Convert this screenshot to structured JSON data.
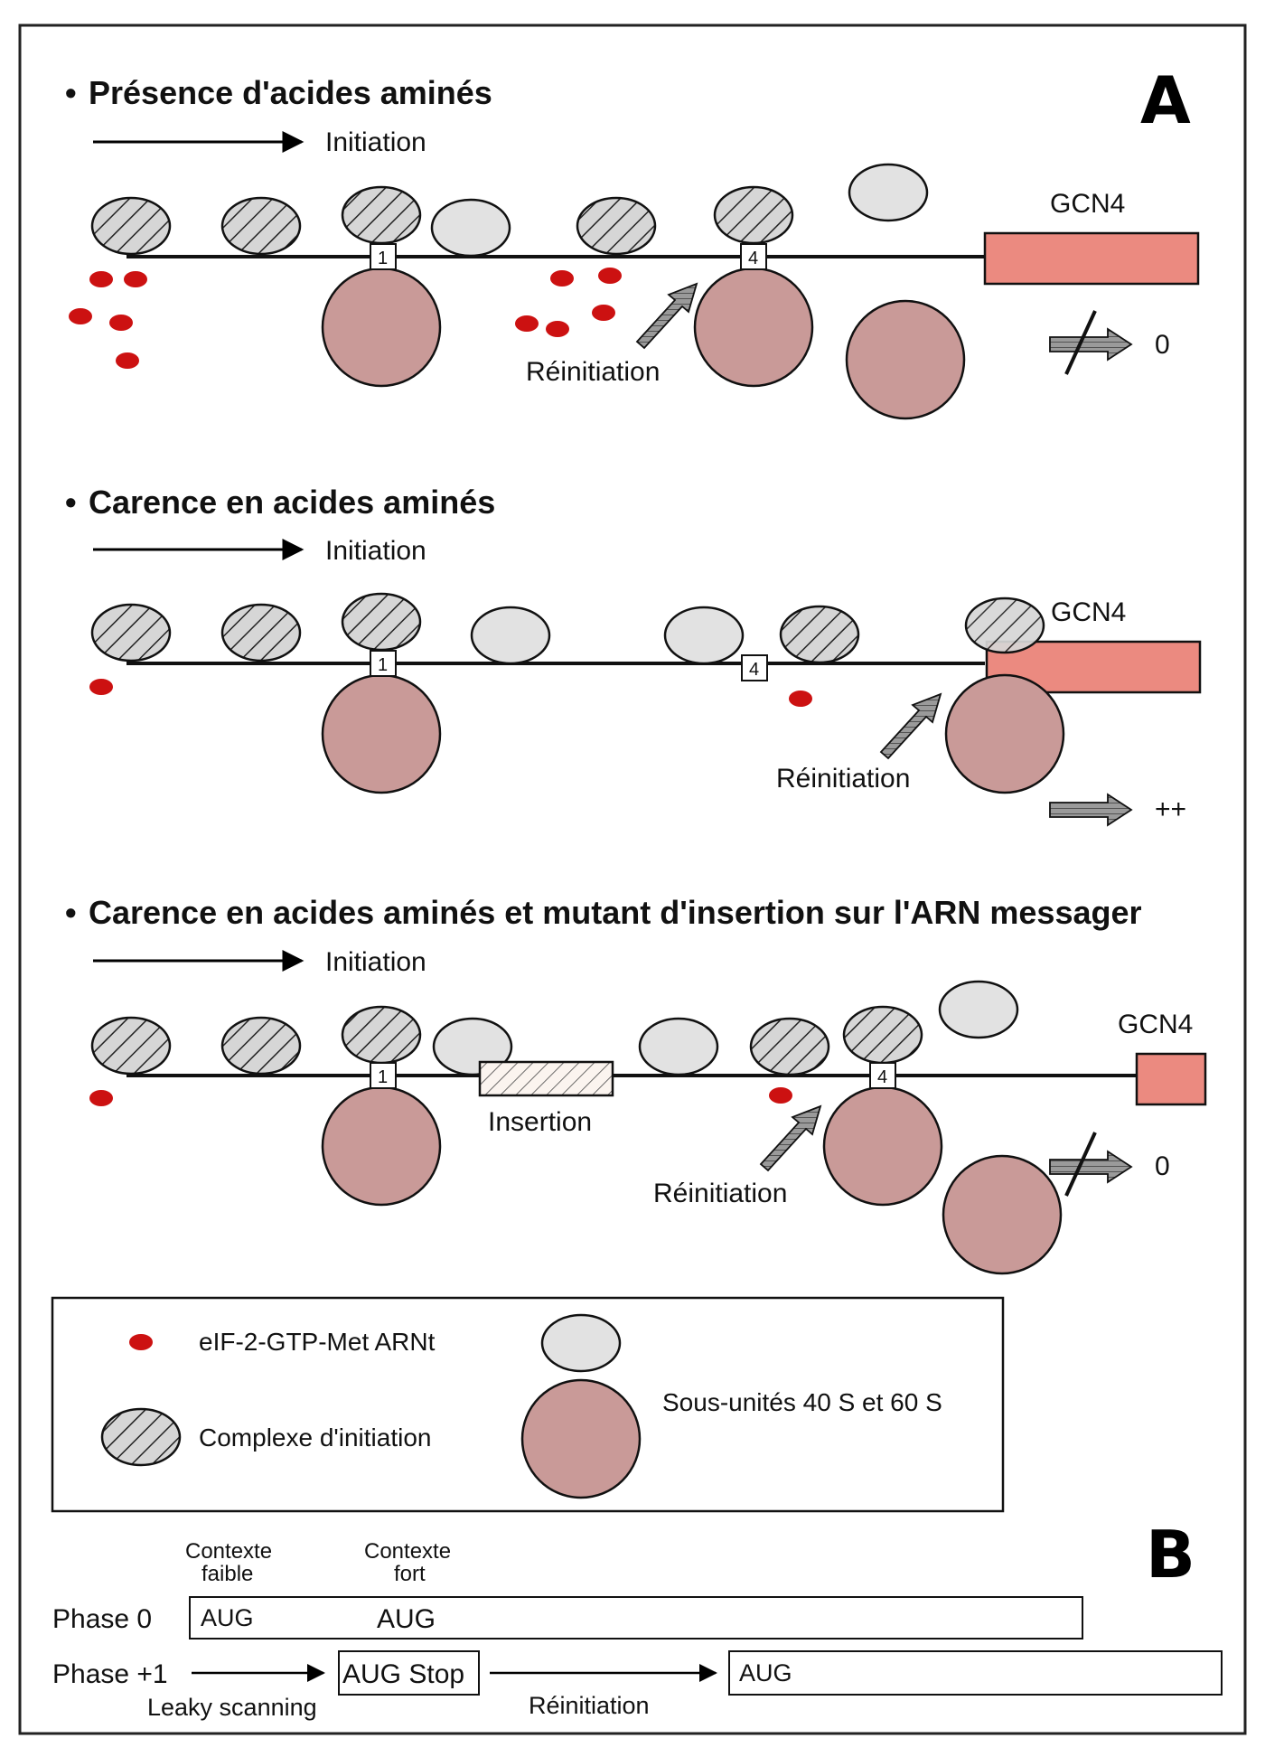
{
  "panels": {
    "a": "A",
    "b": "B"
  },
  "sections": [
    {
      "title": "Présence d'acides aminés",
      "initiation": "Initiation",
      "gene": "GCN4",
      "uorf1": "1",
      "uorf4": "4",
      "reinitiation": "Réinitiation",
      "result": "0"
    },
    {
      "title": "Carence en acides aminés",
      "initiation": "Initiation",
      "gene": "GCN4",
      "uorf1": "1",
      "uorf4": "4",
      "reinitiation": "Réinitiation",
      "result": "++"
    },
    {
      "title": "Carence en acides aminés et mutant d'insertion sur l'ARN messager",
      "initiation": "Initiation",
      "gene": "GCN4",
      "uorf1": "1",
      "uorf4": "4",
      "insertion": "Insertion",
      "reinitiation": "Réinitiation",
      "result": "0"
    }
  ],
  "legend": {
    "eif": "eIF-2-GTP-Met ARNt",
    "complex": "Complexe d'initiation",
    "subunits": "Sous-unités 40 S et 60 S"
  },
  "panel_b": {
    "context_weak": [
      "Contexte",
      "faible"
    ],
    "context_strong": [
      "Contexte",
      "fort"
    ],
    "phase0": "Phase 0",
    "phase1": "Phase +1",
    "aug_weak": "AUG",
    "aug_strong": "AUG",
    "aug_stop": "AUG Stop",
    "aug_end": "AUG",
    "leaky": "Leaky scanning",
    "reinit": "Réinitiation"
  },
  "colors": {
    "ribosome_large": "#c99a98",
    "ribosome_small": "#e2e2e2",
    "gene": "#eb8a80",
    "eif": "#cc1111",
    "complex_fill": "#d6d6d6",
    "arrow_fill": "#808080"
  }
}
